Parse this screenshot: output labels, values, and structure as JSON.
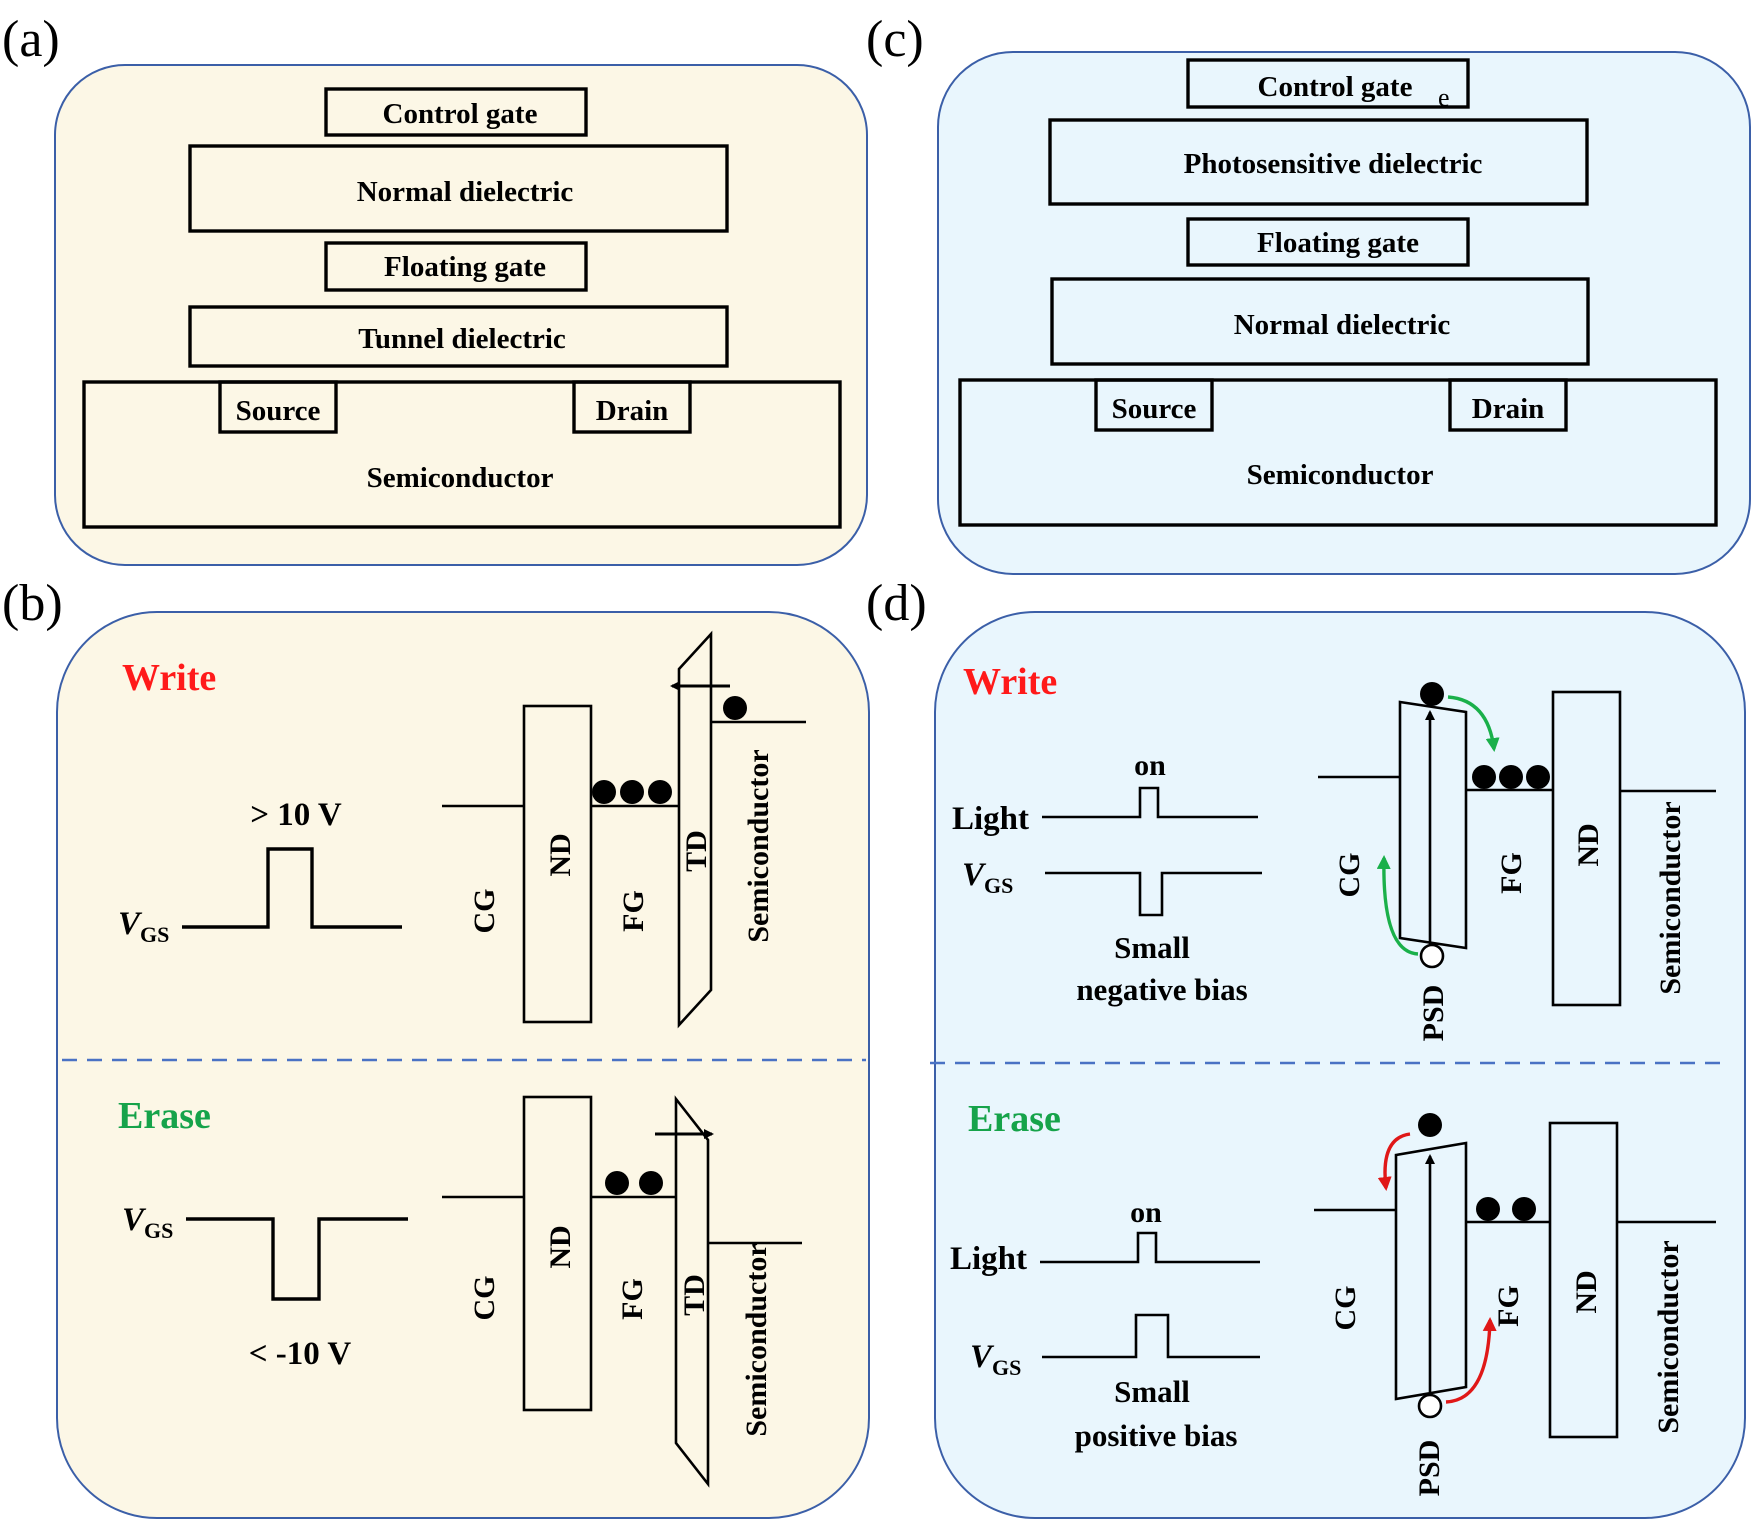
{
  "colors": {
    "panel_a_bg": "#fcf7e6",
    "panel_c_bg": "#e9f6fd",
    "panel_border": "#3b5fa8",
    "dashed_line": "#4a72c4",
    "write": "#ff1a1a",
    "erase": "#16a34a",
    "green_arrow": "#1ab04a",
    "red_arrow": "#e01818"
  },
  "panel_a": {
    "label": "(a)",
    "control_gate": "Control gate",
    "normal_dielectric": "Normal dielectric",
    "floating_gate": "Floating gate",
    "tunnel_dielectric": "Tunnel dielectric",
    "source": "Source",
    "drain": "Drain",
    "semiconductor": "Semiconductor"
  },
  "panel_c": {
    "label": "(c)",
    "control_gate": "Control gate",
    "stray_e": "e",
    "photosensitive_dielectric": "Photosensitive dielectric",
    "floating_gate": "Floating gate",
    "normal_dielectric": "Normal dielectric",
    "source": "Source",
    "drain": "Drain",
    "semiconductor": "Semiconductor"
  },
  "panel_b": {
    "label": "(b)",
    "write": {
      "title": "Write",
      "pulse": "> 10 V",
      "vgs_v": "V",
      "vgs_sub": "GS",
      "cg": "CG",
      "nd": "ND",
      "fg": "FG",
      "td": "TD",
      "semi": "Semiconductor"
    },
    "erase": {
      "title": "Erase",
      "pulse": "< -10 V",
      "vgs_v": "V",
      "vgs_sub": "GS",
      "cg": "CG",
      "nd": "ND",
      "fg": "FG",
      "td": "TD",
      "semi": "Semiconductor"
    }
  },
  "panel_d": {
    "label": "(d)",
    "write": {
      "title": "Write",
      "on": "on",
      "light": "Light",
      "vgs_v": "V",
      "vgs_sub": "GS",
      "bias_line1": "Small",
      "bias_line2": "negative bias",
      "cg": "CG",
      "psd": "PSD",
      "fg": "FG",
      "nd": "ND",
      "semi": "Semiconductor"
    },
    "erase": {
      "title": "Erase",
      "on": "on",
      "light": "Light",
      "vgs_v": "V",
      "vgs_sub": "GS",
      "bias_line1": "Small",
      "bias_line2": "positive bias",
      "cg": "CG",
      "psd": "PSD",
      "fg": "FG",
      "nd": "ND",
      "semi": "Semiconductor"
    }
  }
}
